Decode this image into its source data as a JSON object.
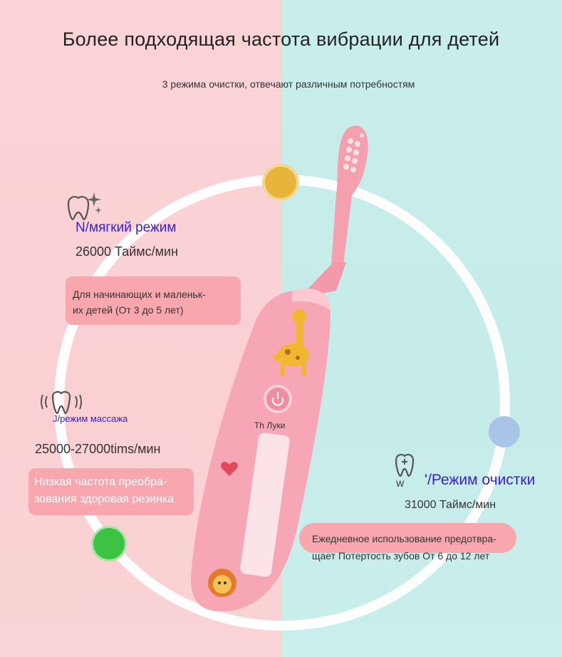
{
  "title": "Более подходящая частота вибрации для детей",
  "subtitle": "3 режима очистки, отвечают различным потребностям",
  "modes": {
    "soft": {
      "name": "N/мягкий режим",
      "rate": "26000 Таймс/мин",
      "desc_line1": "Для начинающих и маленьк-",
      "desc_line2": "их детей (От 3 до 5 лет)"
    },
    "massage": {
      "name": "J/режим массажа",
      "rate": "25000-27000tims/мин",
      "desc_line1": "Низкая частота преобра-",
      "desc_line2": "зования здоровая резинка"
    },
    "clean": {
      "icon_label": "W",
      "name": "'/Режим очистки",
      "rate": "31000 Таймс/мин",
      "desc_line1": "Ежедневное использование предотвра-",
      "desc_line2": "щает Потертость зубов От 6 до 12 лет"
    }
  },
  "brush": {
    "brand": "Th Луки"
  },
  "colors": {
    "left_bg": "#fbd3d6",
    "right_bg": "#c8eeec",
    "accent_text": "#3a21c9",
    "pill": "#f7a7ad",
    "dot_yellow": "#e8b43a",
    "dot_blue": "#a9c4e6",
    "dot_green": "#3dc243"
  }
}
